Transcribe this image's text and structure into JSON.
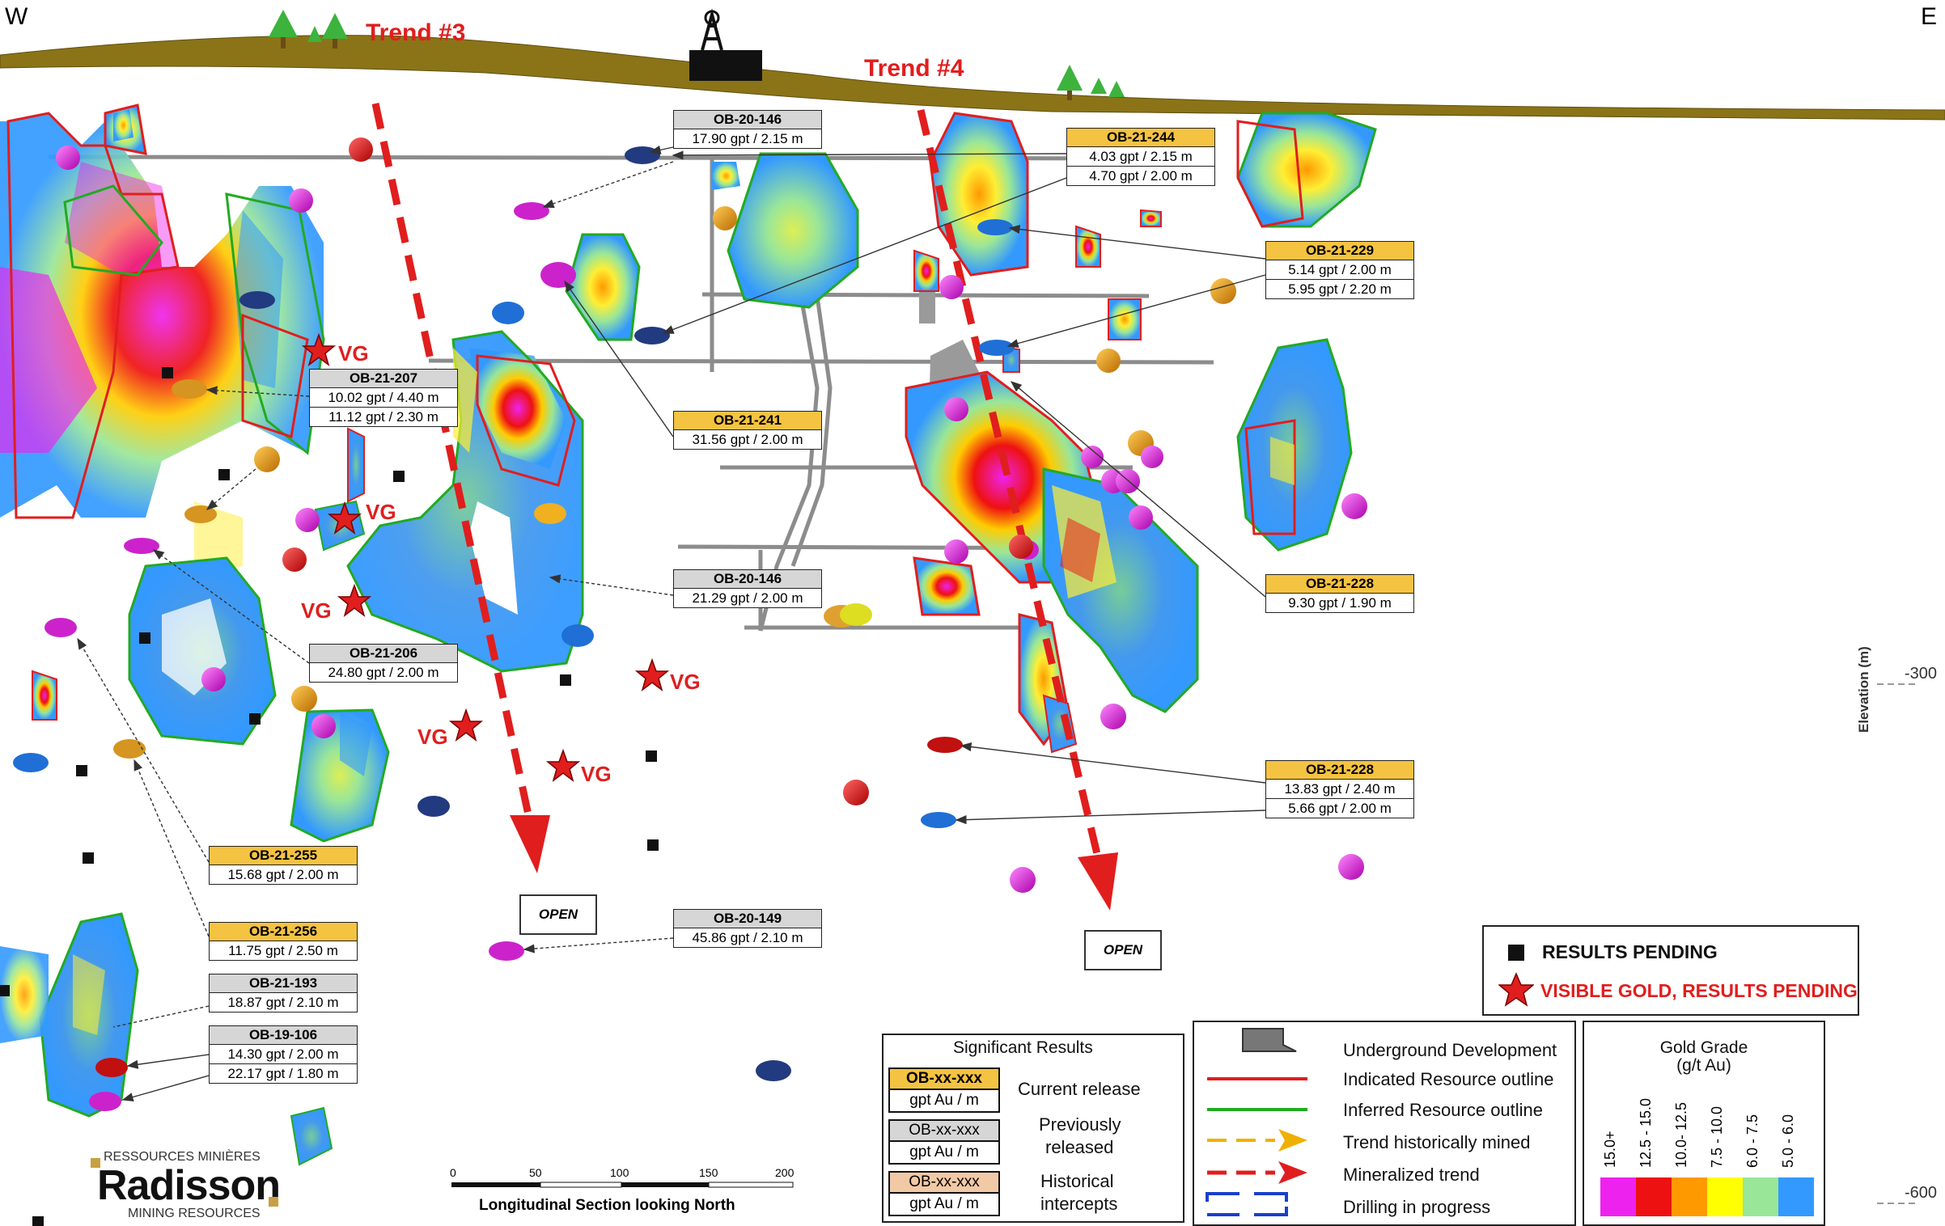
{
  "compass": {
    "west": "W",
    "east": "E"
  },
  "trends": {
    "trend3": "Trend #3",
    "trend4": "Trend #4"
  },
  "vg_label": "VG",
  "open_label": "OPEN",
  "callouts": [
    {
      "id": "OB-20-146",
      "status": "previous",
      "lines": [
        "17.90 gpt / 2.15 m"
      ]
    },
    {
      "id": "OB-21-244",
      "status": "current",
      "lines": [
        "4.03 gpt / 2.15 m",
        "4.70 gpt / 2.00 m"
      ]
    },
    {
      "id": "OB-21-229",
      "status": "current",
      "lines": [
        "5.14 gpt / 2.00 m",
        "5.95 gpt / 2.20 m"
      ]
    },
    {
      "id": "OB-21-207",
      "status": "previous",
      "lines": [
        "10.02 gpt / 4.40 m",
        "11.12 gpt / 2.30 m"
      ]
    },
    {
      "id": "OB-21-241",
      "status": "current",
      "lines": [
        "31.56 gpt / 2.00 m"
      ]
    },
    {
      "id": "OB-20-146",
      "status": "previous",
      "lines": [
        "21.29 gpt / 2.00 m"
      ]
    },
    {
      "id": "OB-21-228",
      "status": "current",
      "lines": [
        "9.30 gpt / 1.90 m"
      ]
    },
    {
      "id": "OB-21-206",
      "status": "previous",
      "lines": [
        "24.80 gpt / 2.00 m"
      ]
    },
    {
      "id": "OB-21-228",
      "status": "current",
      "lines": [
        "13.83 gpt / 2.40 m",
        "5.66 gpt / 2.00 m"
      ]
    },
    {
      "id": "OB-21-255",
      "status": "current",
      "lines": [
        "15.68 gpt / 2.00 m"
      ]
    },
    {
      "id": "OB-21-256",
      "status": "current",
      "lines": [
        "11.75 gpt / 2.50 m"
      ]
    },
    {
      "id": "OB-20-149",
      "status": "previous",
      "lines": [
        "45.86 gpt / 2.10 m"
      ]
    },
    {
      "id": "OB-21-193",
      "status": "previous",
      "lines": [
        "18.87 gpt / 2.10 m"
      ]
    },
    {
      "id": "OB-19-106",
      "status": "previous",
      "lines": [
        "14.30 gpt / 2.00 m",
        "22.17 gpt / 1.80 m"
      ]
    }
  ],
  "legend_pending": {
    "results_pending": "RESULTS PENDING",
    "visible_gold": "VISIBLE GOLD, RESULTS PENDING"
  },
  "significant_results": {
    "title": "Significant Results",
    "id_label": "OB-xx-xxx",
    "value_label": "gpt Au / m",
    "current": "Current release",
    "previous_1": "Previously",
    "previous_2": "released",
    "historical_1": "Historical",
    "historical_2": "intercepts"
  },
  "legend_lines": {
    "underground": "Underground Development",
    "indicated": "Indicated Resource outline",
    "inferred": "Inferred Resource outline",
    "trend_hist": "Trend historically mined",
    "mineralized": "Mineralized trend",
    "drilling": "Drilling in progress"
  },
  "gold_grade": {
    "title_1": "Gold Grade",
    "title_2": "(g/t Au)",
    "classes": [
      "15.0+",
      "12.5 - 15.0",
      "10.0- 12.5",
      "7.5 - 10.0",
      "6.0 - 7.5",
      "5.0 - 6.0"
    ]
  },
  "colors": {
    "grade": [
      "#ee22ee",
      "#ee1111",
      "#ff9900",
      "#ffff00",
      "#99e699",
      "#3399ff"
    ],
    "current_header": "#f5c342",
    "previous_header": "#d6d6d6",
    "historical_header": "#f2c9a5",
    "trend_red": "#e01e1e",
    "ground": "#8b7417"
  },
  "elevation": {
    "axis_label": "Elevation (m)",
    "tick1": "-300",
    "tick2": "-600"
  },
  "scale_bar": {
    "ticks": [
      "0",
      "50",
      "100",
      "150",
      "200"
    ],
    "caption": "Longitudinal Section looking North"
  },
  "logo": {
    "line1": "RESSOURCES MINIÈRES",
    "brand": "Radisson",
    "line3": "MINING RESOURCES"
  }
}
